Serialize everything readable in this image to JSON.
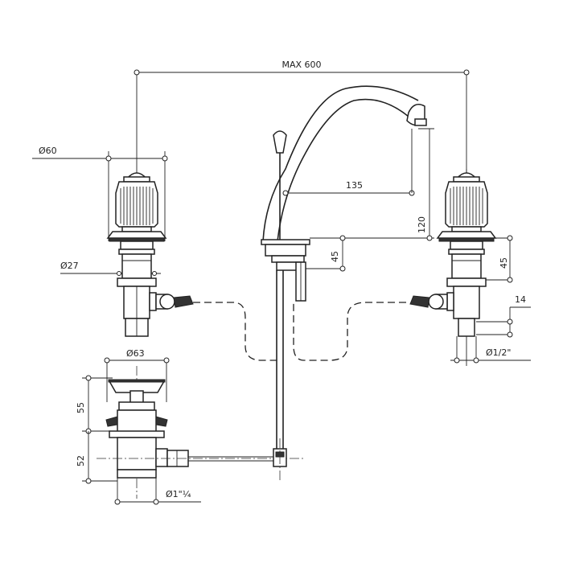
{
  "dimensions": {
    "max_width": "MAX 600",
    "handle_diameter": "Ø60",
    "shank_diameter": "Ø27",
    "spout_reach": "135",
    "spout_height": "120",
    "spout_base": "45",
    "valve_height": "45",
    "thread_height": "14",
    "inlet_thread": "Ø1/2\"",
    "waste_diameter": "Ø63",
    "waste_upper": "55",
    "waste_lower": "52",
    "waste_thread": "Ø1\"¼"
  }
}
